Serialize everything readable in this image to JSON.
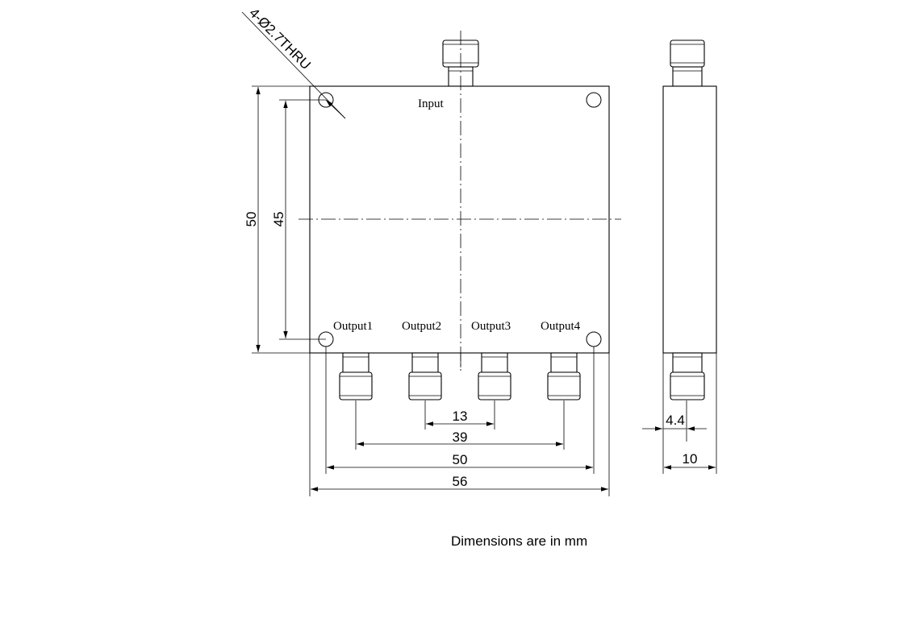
{
  "labels": {
    "input": "Input",
    "output1": "Output1",
    "output2": "Output2",
    "output3": "Output3",
    "output4": "Output4",
    "hole_callout": "4-Ø2.7THRU"
  },
  "dimensions": {
    "height_overall": "50",
    "height_holes": "45",
    "pitch": "13",
    "outer_ports": "39",
    "hole_spacing": "50",
    "width_overall": "56",
    "side_offset": "4.4",
    "thickness": "10"
  },
  "note": "Dimensions are in mm"
}
